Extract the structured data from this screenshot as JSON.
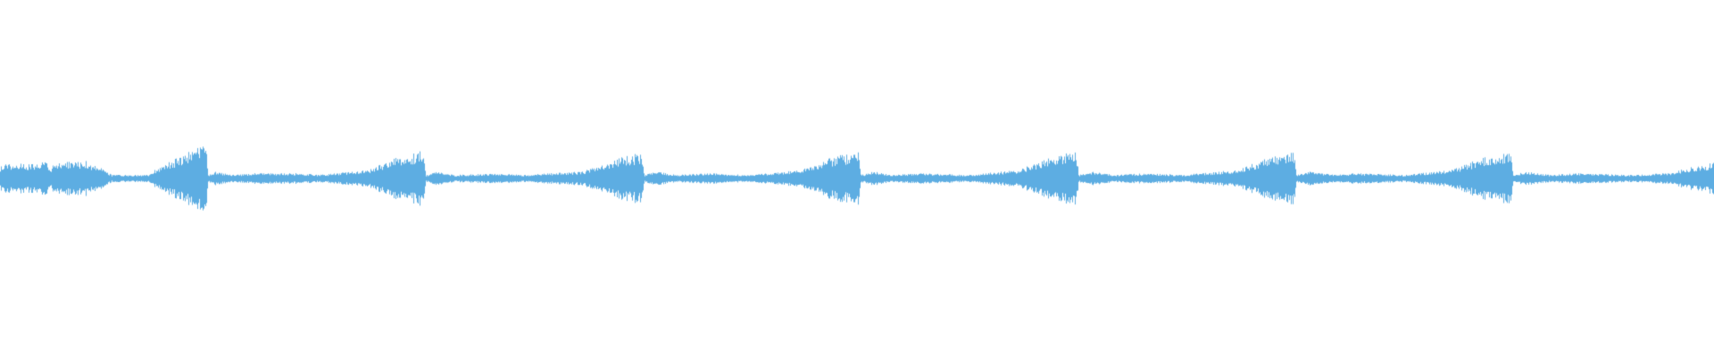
{
  "waveform": {
    "color": "#5dade2",
    "background": "#ffffff",
    "peaks": [
      [
        0.0,
        0.07
      ],
      [
        0.005,
        0.09
      ],
      [
        0.015,
        0.08
      ],
      [
        0.0265,
        0.1
      ],
      [
        0.029,
        0.05
      ],
      [
        0.032,
        0.09
      ],
      [
        0.05,
        0.1
      ],
      [
        0.061,
        0.05
      ],
      [
        0.065,
        0.02
      ],
      [
        0.087,
        0.02
      ],
      [
        0.09,
        0.05
      ],
      [
        0.106,
        0.13
      ],
      [
        0.1175,
        0.19
      ],
      [
        0.12,
        0.18
      ],
      [
        0.1215,
        0.02
      ],
      [
        0.125,
        0.04
      ],
      [
        0.135,
        0.02
      ],
      [
        0.149,
        0.03
      ],
      [
        0.175,
        0.03
      ],
      [
        0.186,
        0.02
      ],
      [
        0.215,
        0.05
      ],
      [
        0.232,
        0.12
      ],
      [
        0.244,
        0.15
      ],
      [
        0.247,
        0.16
      ],
      [
        0.2485,
        0.02
      ],
      [
        0.255,
        0.04
      ],
      [
        0.265,
        0.02
      ],
      [
        0.29,
        0.03
      ],
      [
        0.305,
        0.02
      ],
      [
        0.34,
        0.04
      ],
      [
        0.358,
        0.11
      ],
      [
        0.372,
        0.14
      ],
      [
        0.3745,
        0.15
      ],
      [
        0.376,
        0.02
      ],
      [
        0.383,
        0.04
      ],
      [
        0.395,
        0.02
      ],
      [
        0.412,
        0.03
      ],
      [
        0.438,
        0.02
      ],
      [
        0.468,
        0.05
      ],
      [
        0.485,
        0.12
      ],
      [
        0.499,
        0.15
      ],
      [
        0.501,
        0.16
      ],
      [
        0.5025,
        0.02
      ],
      [
        0.51,
        0.04
      ],
      [
        0.52,
        0.02
      ],
      [
        0.538,
        0.03
      ],
      [
        0.565,
        0.02
      ],
      [
        0.595,
        0.05
      ],
      [
        0.612,
        0.12
      ],
      [
        0.626,
        0.15
      ],
      [
        0.628,
        0.17
      ],
      [
        0.6295,
        0.02
      ],
      [
        0.638,
        0.04
      ],
      [
        0.65,
        0.02
      ],
      [
        0.67,
        0.03
      ],
      [
        0.69,
        0.02
      ],
      [
        0.722,
        0.05
      ],
      [
        0.74,
        0.12
      ],
      [
        0.752,
        0.14
      ],
      [
        0.755,
        0.16
      ],
      [
        0.7565,
        0.02
      ],
      [
        0.765,
        0.04
      ],
      [
        0.78,
        0.02
      ],
      [
        0.79,
        0.03
      ],
      [
        0.82,
        0.02
      ],
      [
        0.848,
        0.05
      ],
      [
        0.865,
        0.12
      ],
      [
        0.879,
        0.14
      ],
      [
        0.8815,
        0.16
      ],
      [
        0.883,
        0.02
      ],
      [
        0.89,
        0.04
      ],
      [
        0.905,
        0.02
      ],
      [
        0.92,
        0.03
      ],
      [
        0.95,
        0.02
      ],
      [
        0.974,
        0.03
      ],
      [
        0.985,
        0.06
      ],
      [
        1.0,
        0.09
      ]
    ]
  }
}
